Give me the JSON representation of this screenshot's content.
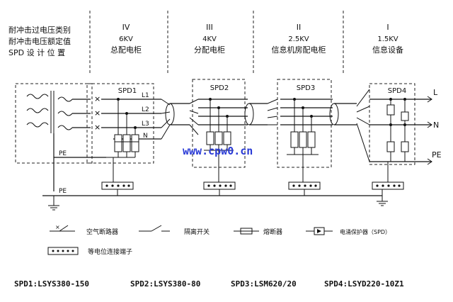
{
  "header_labels": {
    "category": "耐冲击过电压类别",
    "rated_value": "耐冲击电压额定值",
    "position": "SPD 设 计 位 置"
  },
  "zones": [
    {
      "numeral": "IV",
      "voltage": "6KV",
      "name": "总配电柜"
    },
    {
      "numeral": "III",
      "voltage": "4KV",
      "name": "分配电柜"
    },
    {
      "numeral": "II",
      "voltage": "2.5KV",
      "name": "信息机房配电柜"
    },
    {
      "numeral": "I",
      "voltage": "1.5KV",
      "name": "信息设备"
    }
  ],
  "spd_labels": [
    "SPD1",
    "SPD2",
    "SPD3",
    "SPD4"
  ],
  "line_labels": [
    "L1",
    "L2",
    "L3",
    "N"
  ],
  "pe_labels": [
    "PE",
    "PE"
  ],
  "output_labels": [
    "L",
    "N",
    "PE"
  ],
  "watermark": "www.cpw0.cn",
  "legend": [
    {
      "symbol": "breaker",
      "label": "空气断路器"
    },
    {
      "symbol": "switch",
      "label": "隔离开关"
    },
    {
      "symbol": "fuse",
      "label": "熔断器"
    },
    {
      "symbol": "spd",
      "label": "电涌保护器（SPD）"
    },
    {
      "symbol": "terminal",
      "label": "等电位连接端子"
    }
  ],
  "models": [
    "SPD1:LSYS380-150",
    "SPD2:LSYS380-80",
    "SPD3:LSM620/20",
    "SPD4:LSYD220-10Z1"
  ]
}
